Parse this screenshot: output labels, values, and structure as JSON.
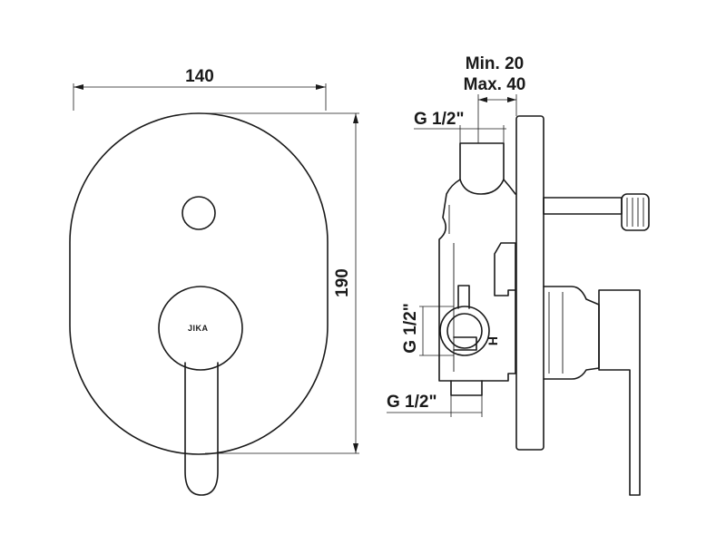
{
  "front_view": {
    "width_label": "140",
    "height_label": "190",
    "brand_logo": "JIKA"
  },
  "side_view": {
    "thread_top": "G 1/2\"",
    "depth_min": "Min. 20",
    "depth_max": "Max. 40",
    "thread_left": "G 1/2\"",
    "thread_bottom": "G 1/2\"",
    "height_mark": "H"
  }
}
